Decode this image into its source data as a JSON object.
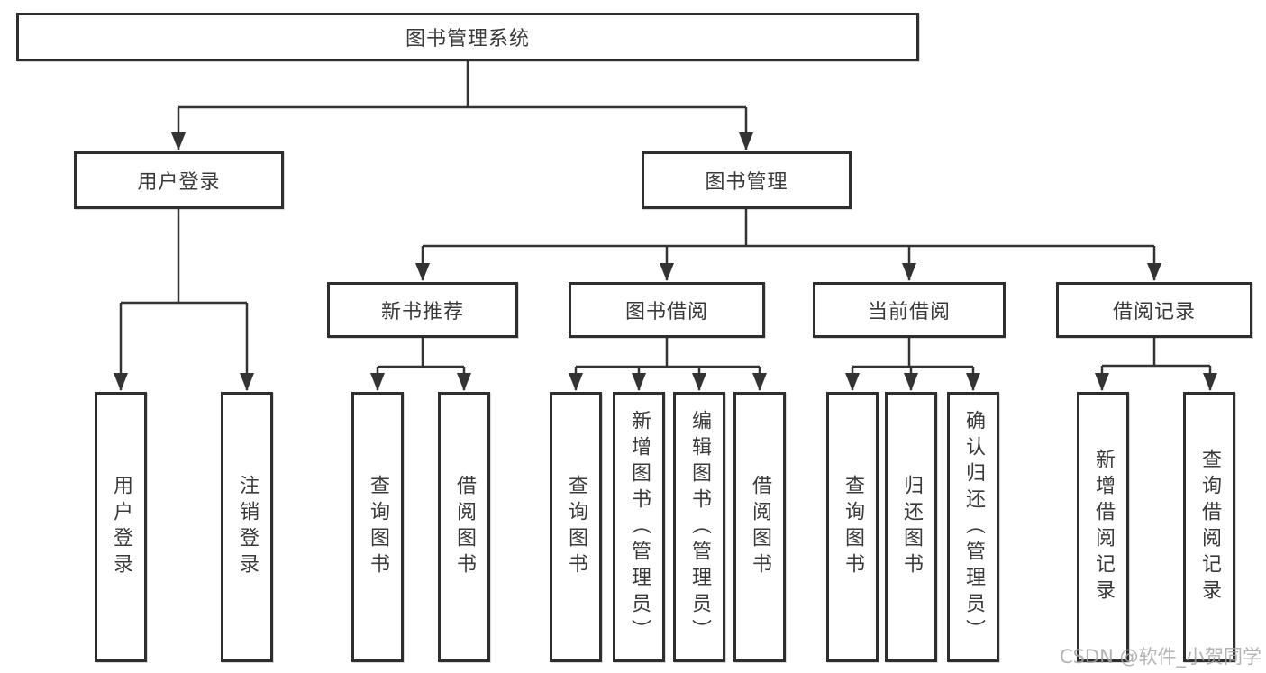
{
  "diagram_type": "functional-structure-tree",
  "tree": {
    "root": "图书管理系统",
    "children": [
      {
        "label": "用户登录",
        "children": [
          {
            "label": "用户登录"
          },
          {
            "label": "注销登录"
          }
        ]
      },
      {
        "label": "图书管理",
        "children": [
          {
            "label": "新书推荐",
            "children": [
              {
                "label": "查询图书"
              },
              {
                "label": "借阅图书"
              }
            ]
          },
          {
            "label": "图书借阅",
            "children": [
              {
                "label": "查询图书"
              },
              {
                "label": "新增图书（管理员）"
              },
              {
                "label": "编辑图书（管理员）"
              },
              {
                "label": "借阅图书"
              }
            ]
          },
          {
            "label": "当前借阅",
            "children": [
              {
                "label": "查询图书"
              },
              {
                "label": "归还图书"
              },
              {
                "label": "确认归还（管理员）"
              }
            ]
          },
          {
            "label": "借阅记录",
            "children": [
              {
                "label": "新增借阅记录"
              },
              {
                "label": "查询借阅记录"
              }
            ]
          }
        ]
      }
    ]
  },
  "watermark": {
    "text": "CSDN @软件_小贺同学"
  },
  "colors": {
    "line": "#333333",
    "box_border": "#2e2e2e",
    "box_fill": "#ffffff",
    "text": "#3a3a3a",
    "watermark": "#a6a6a6"
  }
}
